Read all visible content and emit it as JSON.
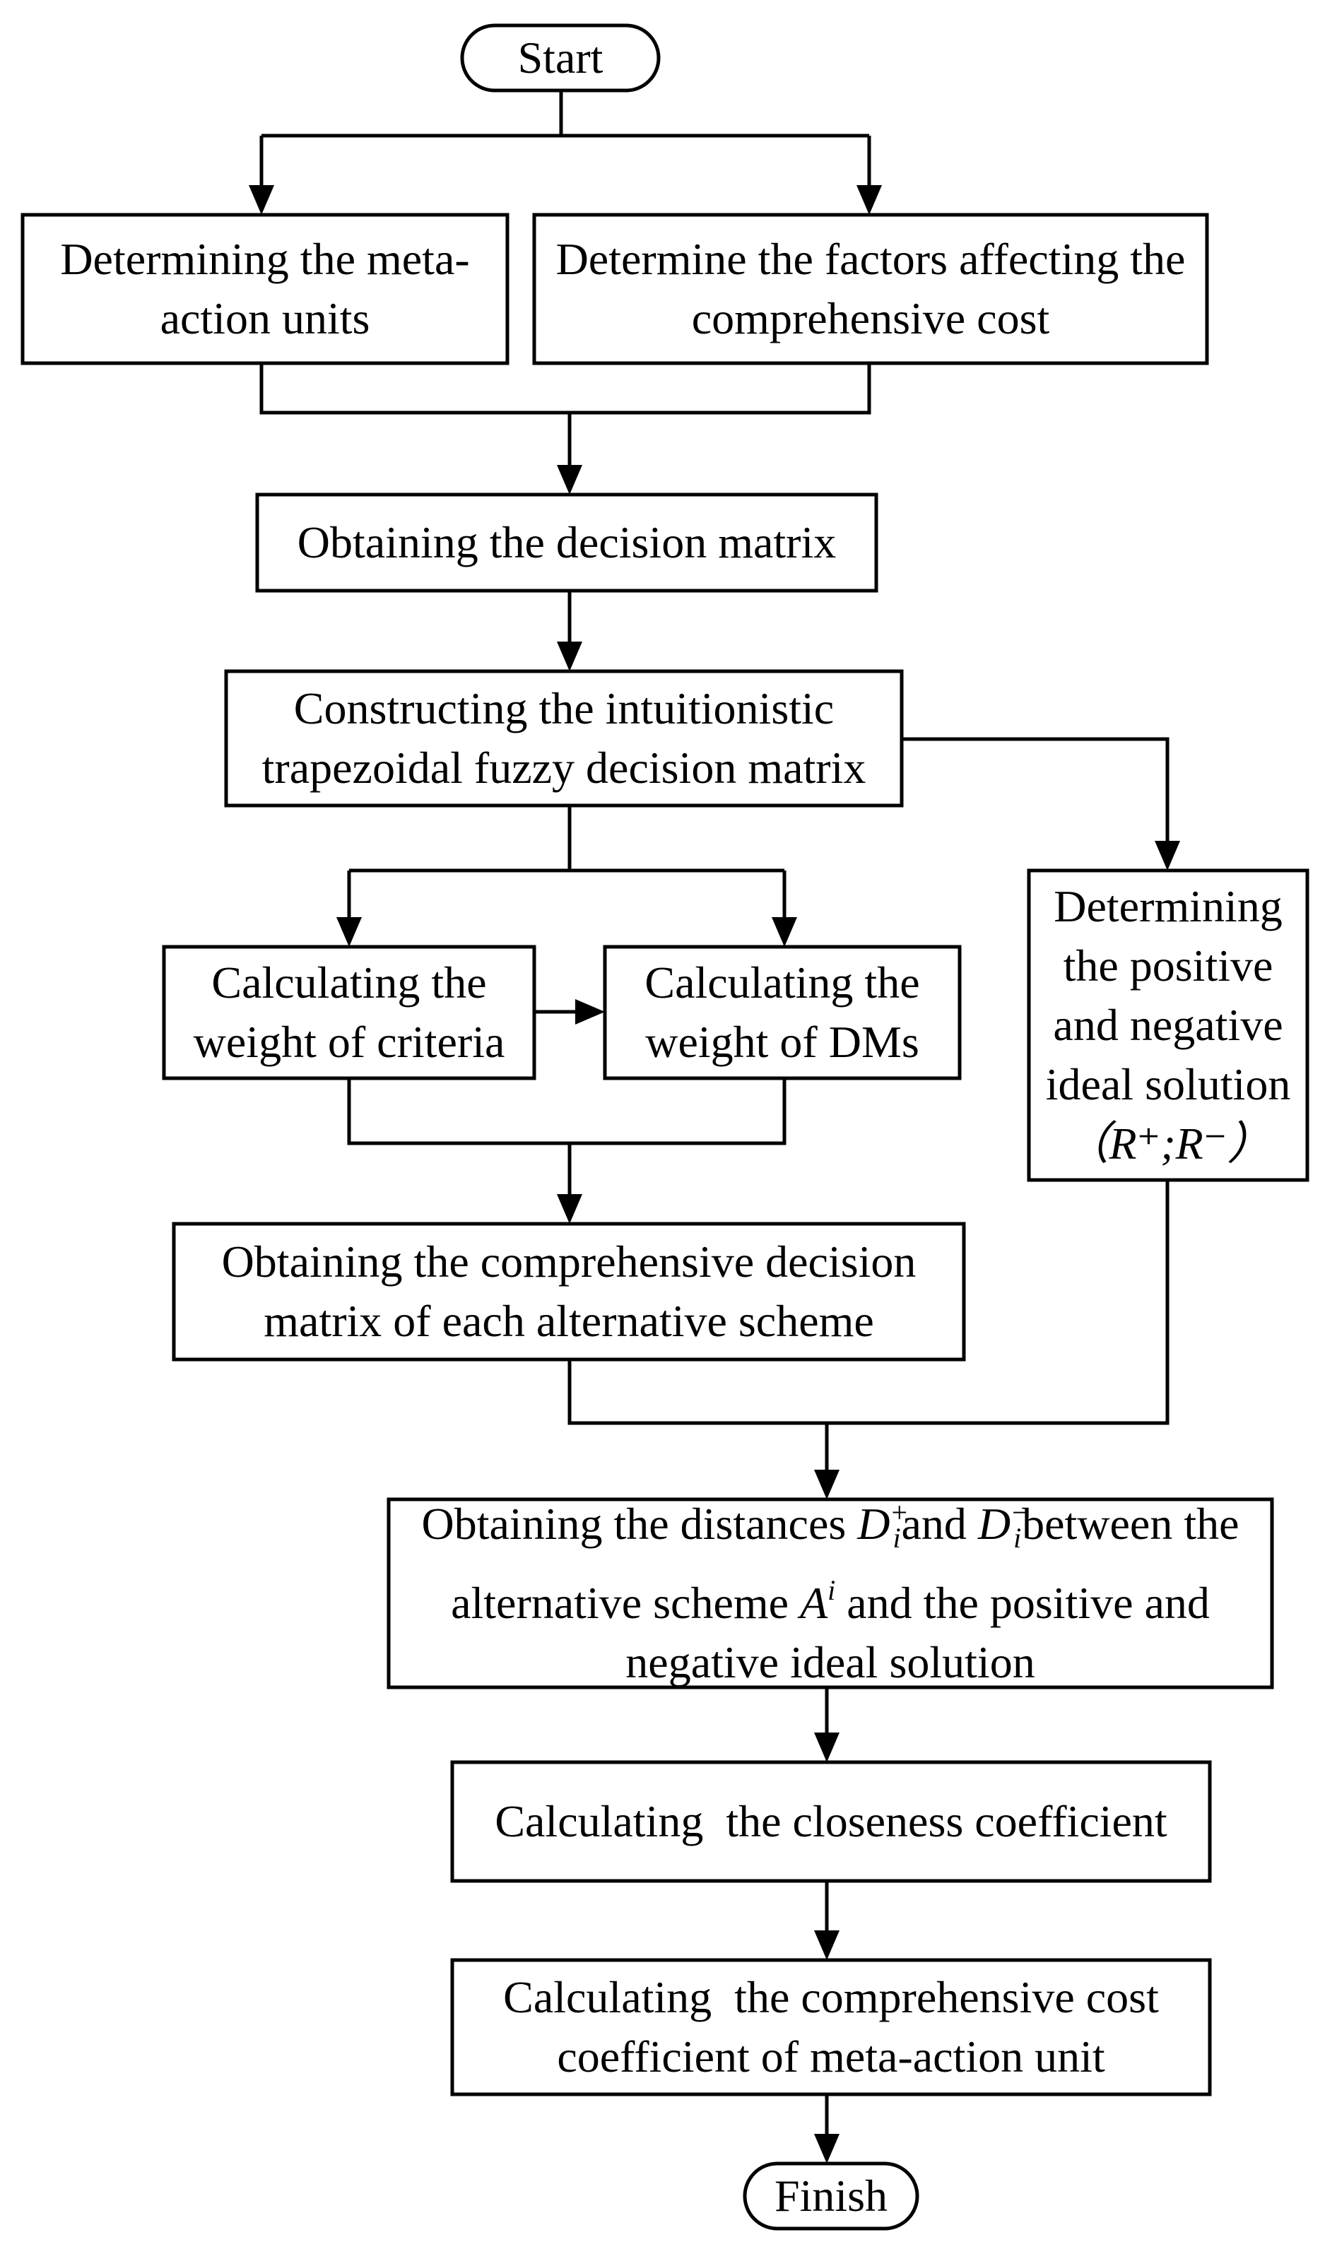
{
  "nodes": {
    "start": "Start",
    "meta_action": "Determining the meta-action units",
    "factors": "Determine the factors affecting the comprehensive cost",
    "decision_matrix": "Obtaining the decision matrix",
    "itf_matrix": "Constructing the intuitionistic trapezoidal fuzzy decision matrix",
    "weight_criteria": "Calculating the weight of criteria",
    "weight_dms": "Calculating the weight of DMs",
    "ideal_solution": "Determining the positive and negative ideal solution",
    "ideal_solution_formula": "（R⁺;R⁻）",
    "comprehensive_matrix": "Obtaining the comprehensive decision matrix of each alternative scheme",
    "distances": {
      "part1": "Obtaining the distances ",
      "d_plus": "D",
      "d_plus_sup": "+",
      "d_plus_sub": "i",
      "part2": " and ",
      "d_minus": "D",
      "d_minus_sup": "−",
      "d_minus_sub": "i",
      "part3": " between the alternative scheme ",
      "a": "A",
      "a_sup": "i",
      "part4": " and the positive and negative ideal solution"
    },
    "closeness": "Calculating  the closeness coefficient",
    "cost_coefficient": "Calculating  the comprehensive cost coefficient of meta-action unit",
    "finish": "Finish"
  }
}
